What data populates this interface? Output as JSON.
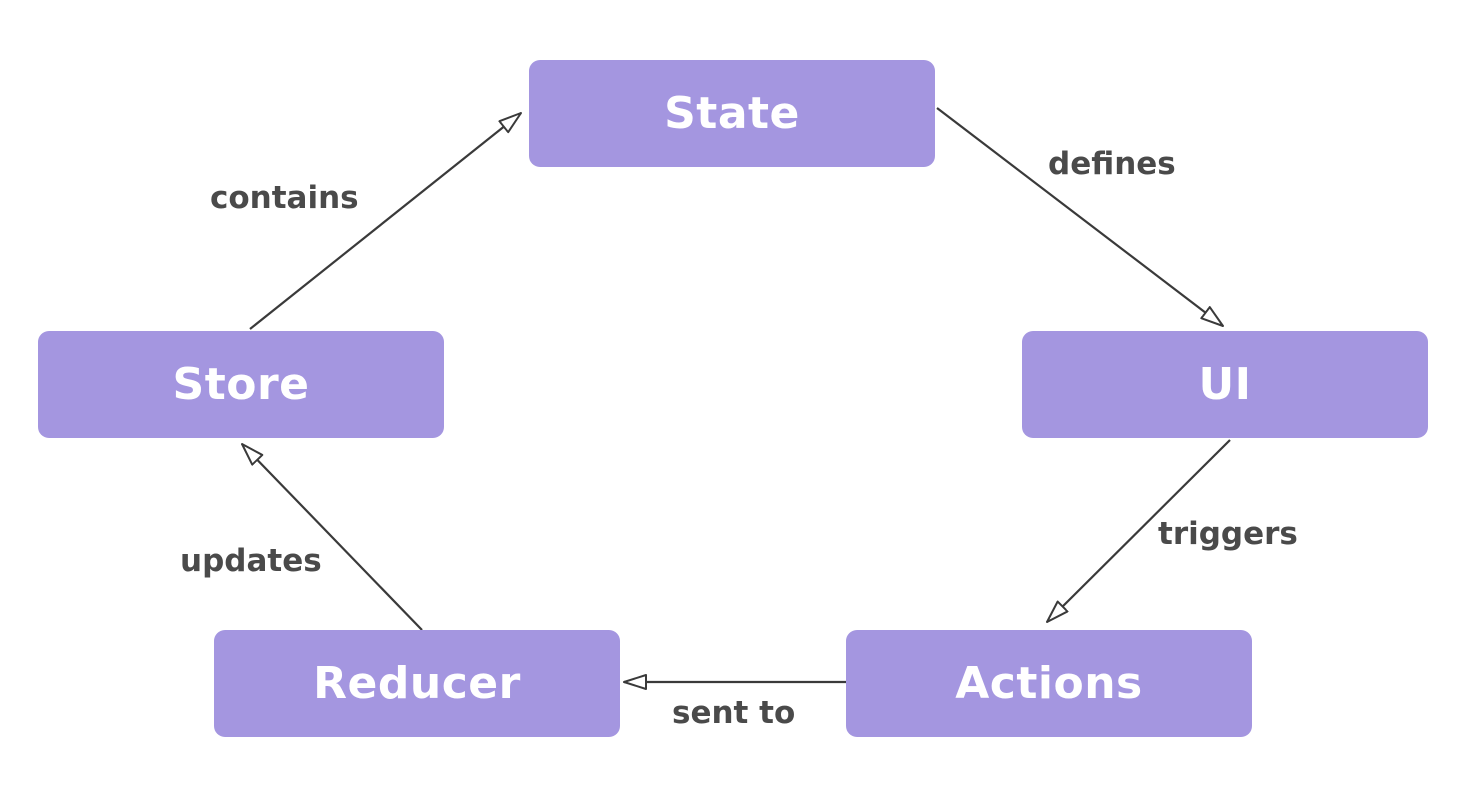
{
  "style": {
    "node_fill": "#a496e0",
    "node_text": "#ffffff",
    "edge_color": "#3a3a3a",
    "label_color": "#4a4a4a",
    "arrowhead": "open-triangle"
  },
  "nodes": {
    "state": "State",
    "store": "Store",
    "ui": "UI",
    "reducer": "Reducer",
    "actions": "Actions"
  },
  "edges": [
    {
      "from": "store",
      "to": "state",
      "label": "contains"
    },
    {
      "from": "state",
      "to": "ui",
      "label": "defines"
    },
    {
      "from": "ui",
      "to": "actions",
      "label": "triggers"
    },
    {
      "from": "actions",
      "to": "reducer",
      "label": "sent to"
    },
    {
      "from": "reducer",
      "to": "store",
      "label": "updates"
    }
  ]
}
